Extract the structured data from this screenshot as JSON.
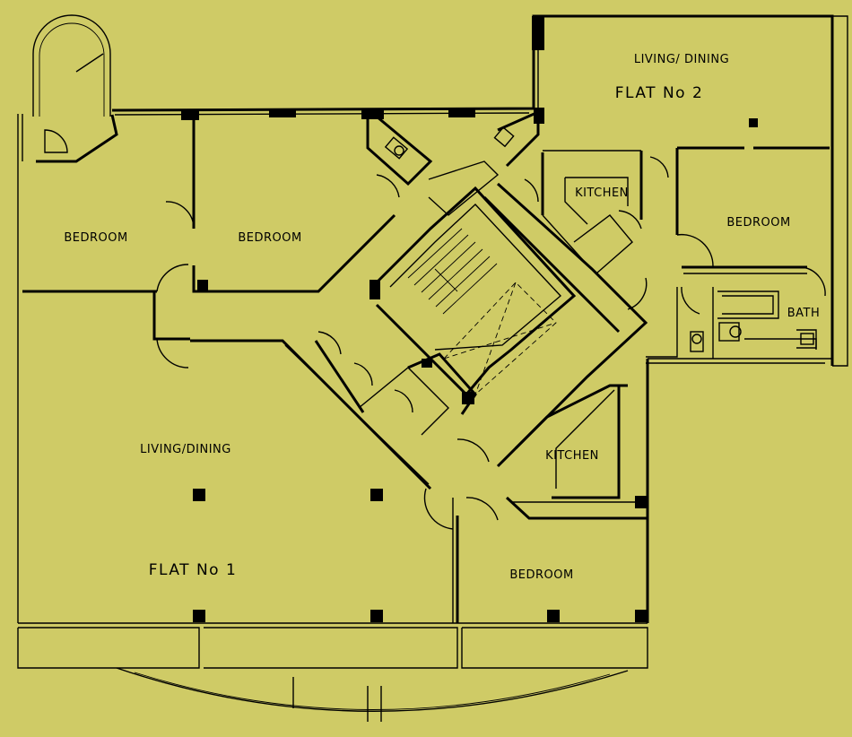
{
  "background_color": "#cfcb66",
  "line_color": "#000000",
  "labels": {
    "flat1": "FLAT No 1",
    "flat2": "FLAT No 2",
    "living_dining_1": "LIVING/DINING",
    "living_dining_2": "LIVING/ DINING",
    "bedroom_1": "BEDROOM",
    "bedroom_2": "BEDROOM",
    "bedroom_3": "BEDROOM",
    "bedroom_4": "BEDROOM",
    "kitchen_1": "KITCHEN",
    "kitchen_2": "KITCHEN",
    "bath": "BATH"
  }
}
